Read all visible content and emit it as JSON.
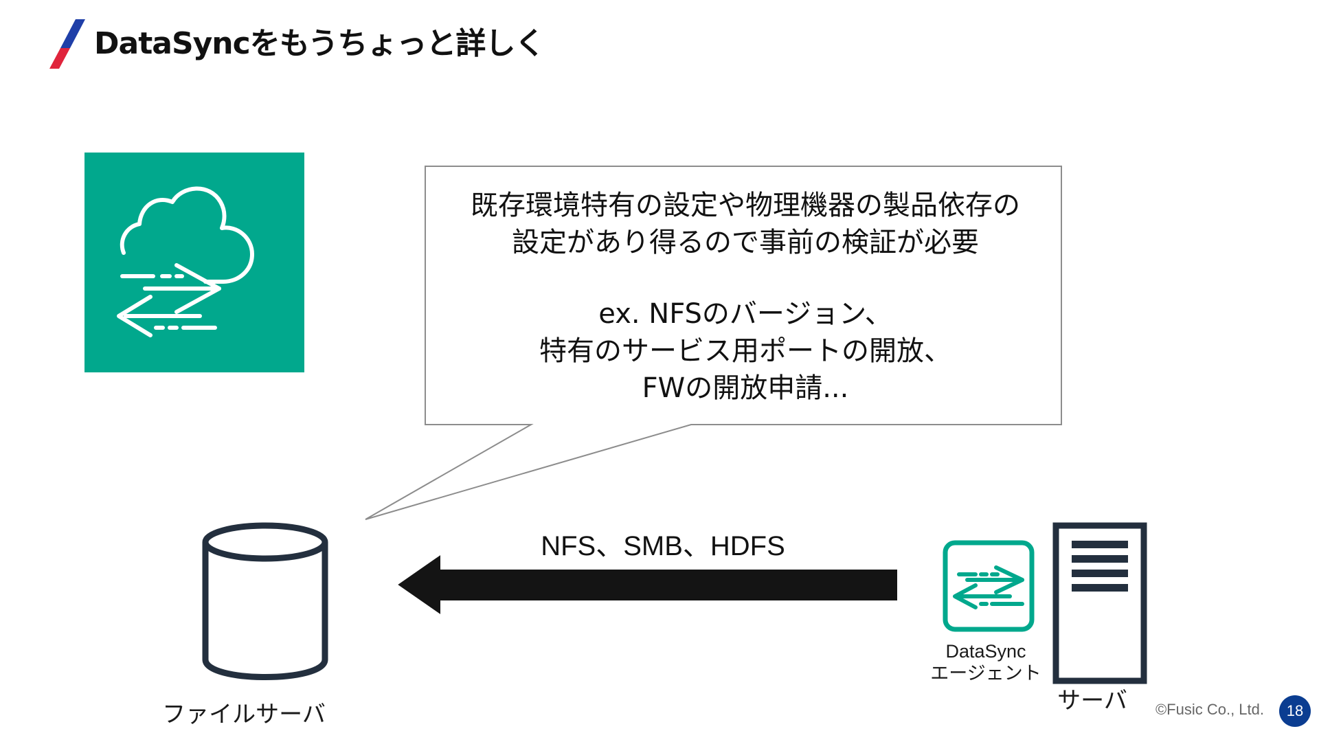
{
  "slide": {
    "title": "DataSyncをもうちょっと詳しく",
    "page_number": "18",
    "copyright": "©Fusic Co., Ltd."
  },
  "callout": {
    "lines": [
      "既存環境特有の設定や物理機器の製品依存の",
      "設定があり得るので事前の検証が必要",
      "ex. NFSのバージョン、",
      "特有のサービス用ポートの開放、",
      "FWの開放申請..."
    ]
  },
  "diagram": {
    "protocols": "NFS、SMB、HDFS",
    "file_server_label": "ファイルサーバ",
    "agent_label_line1": "DataSync",
    "agent_label_line2": "エージェント",
    "server_label": "サーバ"
  },
  "icons": {
    "title_mark": "diagonal-slash-icon",
    "service_logo": "datasync-cloud-transfer-icon",
    "file_server": "database-cylinder-icon",
    "agent": "datasync-agent-icon",
    "server": "server-rack-icon",
    "transfer_direction": "left-arrow-icon"
  },
  "colors": {
    "datasync_green": "#01a88d",
    "title_mark_red": "#e0243c",
    "title_mark_blue": "#1f3fa8",
    "page_badge": "#0b3d91",
    "arrow": "#111111",
    "icon_stroke": "#232f3e"
  }
}
